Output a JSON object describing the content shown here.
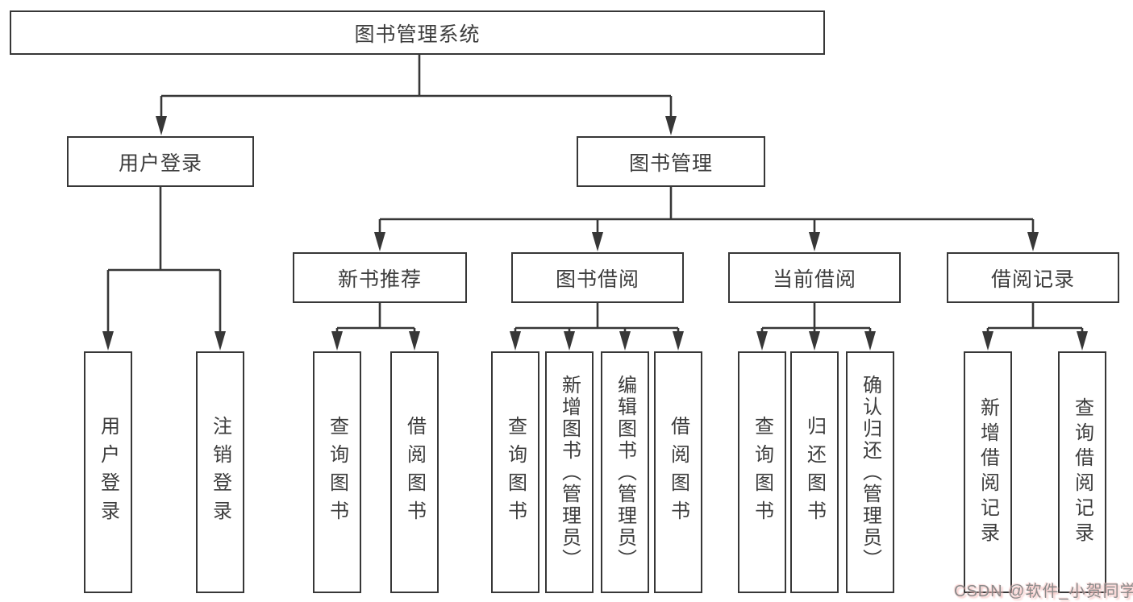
{
  "colors": {
    "line": "#373737",
    "text": "#3d3d3d",
    "background": "#ffffff",
    "watermark_text": "#8c8c8c",
    "watermark_glow": "#f5bdbb"
  },
  "watermark": {
    "text": "CSDN @软件_小贺同学"
  },
  "tree": {
    "root": {
      "label": "图书管理系统"
    },
    "children": [
      {
        "label": "用户登录",
        "children": [
          {
            "label": "用户登录"
          },
          {
            "label": "注销登录"
          }
        ]
      },
      {
        "label": "图书管理",
        "children": [
          {
            "label": "新书推荐",
            "children": [
              {
                "label": "查询图书"
              },
              {
                "label": "借阅图书"
              }
            ]
          },
          {
            "label": "图书借阅",
            "children": [
              {
                "label": "查询图书"
              },
              {
                "label": "新增图书（管理员）"
              },
              {
                "label": "编辑图书（管理员）"
              },
              {
                "label": "借阅图书"
              }
            ]
          },
          {
            "label": "当前借阅",
            "children": [
              {
                "label": "查询图书"
              },
              {
                "label": "归还图书"
              },
              {
                "label": "确认归还（管理员）"
              }
            ]
          },
          {
            "label": "借阅记录",
            "children": [
              {
                "label": "新增借阅记录"
              },
              {
                "label": "查询借阅记录"
              }
            ]
          }
        ]
      }
    ]
  }
}
